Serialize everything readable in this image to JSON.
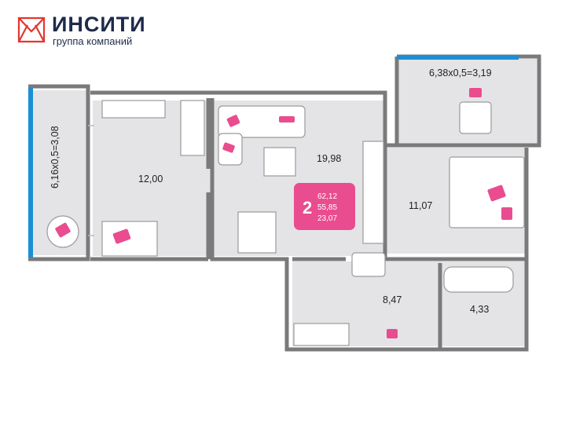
{
  "brand": {
    "name": "ИНСИТИ",
    "subtitle": "группа компаний",
    "color": "#e5352f"
  },
  "rooms": {
    "loggia_left": "6,16x0,5=3,08",
    "bedroom": "12,00",
    "living": "19,98",
    "balcony_top": "6,38x0,5=3,19",
    "bedroom_right": "11,07",
    "hall": "8,47",
    "bath": "4,33"
  },
  "badge": {
    "rooms_count": "2",
    "total": "62,12",
    "living_area": "55,85",
    "kitchen": "23,07",
    "color": "#e94d8f"
  },
  "colors": {
    "floor": "#e4e4e7",
    "wall": "#7a7a7a",
    "glazing": "#1b8fd6",
    "furniture": "#ffffff",
    "accent": "#e94d8f"
  }
}
